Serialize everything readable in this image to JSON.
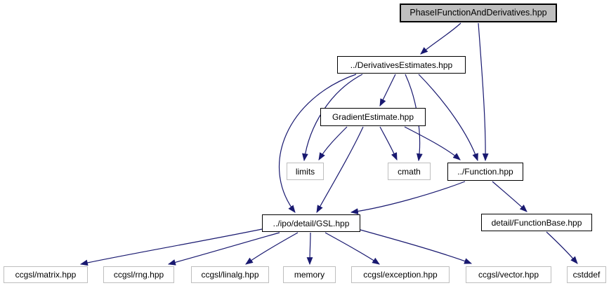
{
  "diagram": {
    "type": "include-dependency-graph",
    "root_file": "PhaseIFunctionAndDerivatives.hpp",
    "colors": {
      "arrow": "#191970",
      "root_fill": "#bfbfbf",
      "linked_border": "#000000",
      "plain_border": "#bebebe",
      "background": "#ffffff",
      "text": "#000000"
    },
    "nodes": [
      {
        "id": "phaseI",
        "label": "PhaseIFunctionAndDerivatives.hpp",
        "kind": "root"
      },
      {
        "id": "derivEst",
        "label": "../DerivativesEstimates.hpp",
        "kind": "linked"
      },
      {
        "id": "gradEst",
        "label": "GradientEstimate.hpp",
        "kind": "linked"
      },
      {
        "id": "limits",
        "label": "limits",
        "kind": "plain"
      },
      {
        "id": "cmath",
        "label": "cmath",
        "kind": "plain"
      },
      {
        "id": "function",
        "label": "../Function.hpp",
        "kind": "linked"
      },
      {
        "id": "gsl",
        "label": "../ipo/detail/GSL.hpp",
        "kind": "linked"
      },
      {
        "id": "funcBase",
        "label": "detail/FunctionBase.hpp",
        "kind": "linked"
      },
      {
        "id": "matrix",
        "label": "ccgsl/matrix.hpp",
        "kind": "plain"
      },
      {
        "id": "rng",
        "label": "ccgsl/rng.hpp",
        "kind": "plain"
      },
      {
        "id": "linalg",
        "label": "ccgsl/linalg.hpp",
        "kind": "plain"
      },
      {
        "id": "memory",
        "label": "memory",
        "kind": "plain"
      },
      {
        "id": "exception",
        "label": "ccgsl/exception.hpp",
        "kind": "plain"
      },
      {
        "id": "vector",
        "label": "ccgsl/vector.hpp",
        "kind": "plain"
      },
      {
        "id": "cstddef",
        "label": "cstddef",
        "kind": "plain"
      }
    ],
    "edges": [
      {
        "from": "phaseI",
        "to": "derivEst"
      },
      {
        "from": "phaseI",
        "to": "function"
      },
      {
        "from": "derivEst",
        "to": "gradEst"
      },
      {
        "from": "derivEst",
        "to": "limits"
      },
      {
        "from": "derivEst",
        "to": "cmath"
      },
      {
        "from": "derivEst",
        "to": "function"
      },
      {
        "from": "derivEst",
        "to": "gsl"
      },
      {
        "from": "gradEst",
        "to": "limits"
      },
      {
        "from": "gradEst",
        "to": "cmath"
      },
      {
        "from": "gradEst",
        "to": "function"
      },
      {
        "from": "gradEst",
        "to": "gsl"
      },
      {
        "from": "function",
        "to": "gsl"
      },
      {
        "from": "function",
        "to": "funcBase"
      },
      {
        "from": "funcBase",
        "to": "cstddef"
      },
      {
        "from": "gsl",
        "to": "matrix"
      },
      {
        "from": "gsl",
        "to": "rng"
      },
      {
        "from": "gsl",
        "to": "linalg"
      },
      {
        "from": "gsl",
        "to": "memory"
      },
      {
        "from": "gsl",
        "to": "exception"
      },
      {
        "from": "gsl",
        "to": "vector"
      }
    ]
  }
}
